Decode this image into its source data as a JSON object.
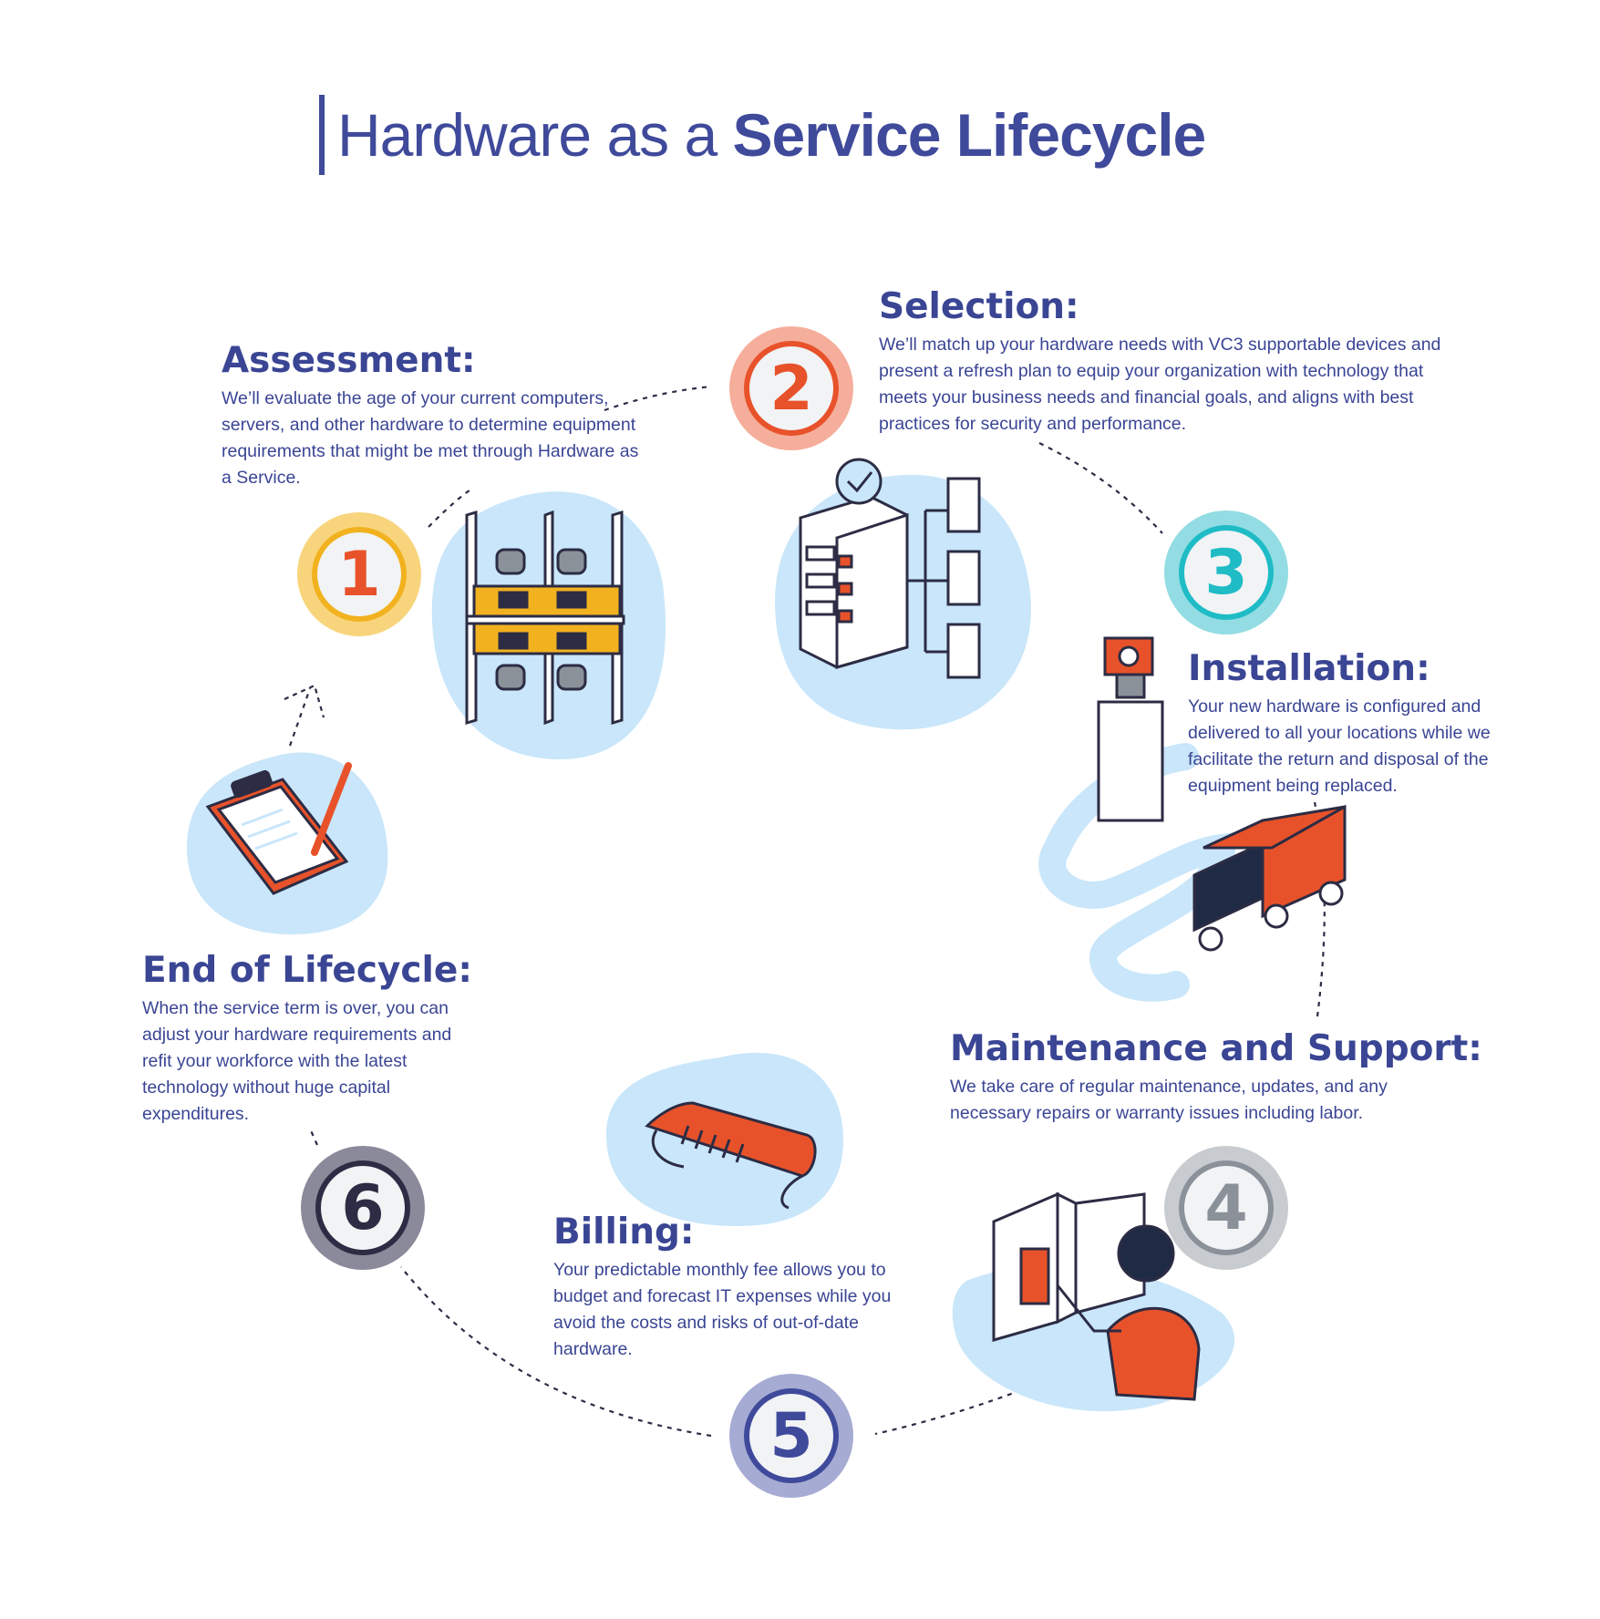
{
  "title": {
    "light": "Hardware as a ",
    "bold": "Service Lifecycle"
  },
  "colors": {
    "navy": "#3a4594",
    "orange": "#e8522a",
    "yellow": "#f2b21f",
    "teal": "#1fbcc6",
    "gray": "#8a9199",
    "indigo": "#3f4a9b",
    "dark": "#2c2c44",
    "blob": "#c9e6fa"
  },
  "steps": [
    {
      "number": "1",
      "heading": "Assessment:",
      "body": "We’ll evaluate the age of your current computers, servers, and other hardware to determine equipment requirements that might be met through Hardware as a Service.",
      "icon": "office-desks-icon"
    },
    {
      "number": "2",
      "heading": "Selection:",
      "body": "We’ll match up your hardware needs with VC3 supportable devices and present a refresh plan to equip your organization with technology that meets your business needs and financial goals, and aligns with best practices for security and performance.",
      "icon": "server-network-icon"
    },
    {
      "number": "3",
      "heading": "Installation:",
      "body": "Your new hardware is configured and delivered to all your locations while we facilitate the return and disposal of the equipment being replaced.",
      "icon": "delivery-truck-icon"
    },
    {
      "number": "4",
      "heading": "Maintenance and Support:",
      "body": "We take care of regular maintenance, updates, and any necessary repairs or warranty issues including labor.",
      "icon": "technician-repair-icon"
    },
    {
      "number": "5",
      "heading": "Billing:",
      "body": "Your predictable monthly fee allows you to budget and forecast IT expenses while you avoid the costs and risks of out-of-date hardware.",
      "icon": "invoice-scroll-icon"
    },
    {
      "number": "6",
      "heading": "End of Lifecycle:",
      "body": "When the service term is over, you can adjust your hardware requirements and refit your workforce with the latest technology without huge capital expenditures.",
      "icon": "clipboard-signature-icon"
    }
  ]
}
